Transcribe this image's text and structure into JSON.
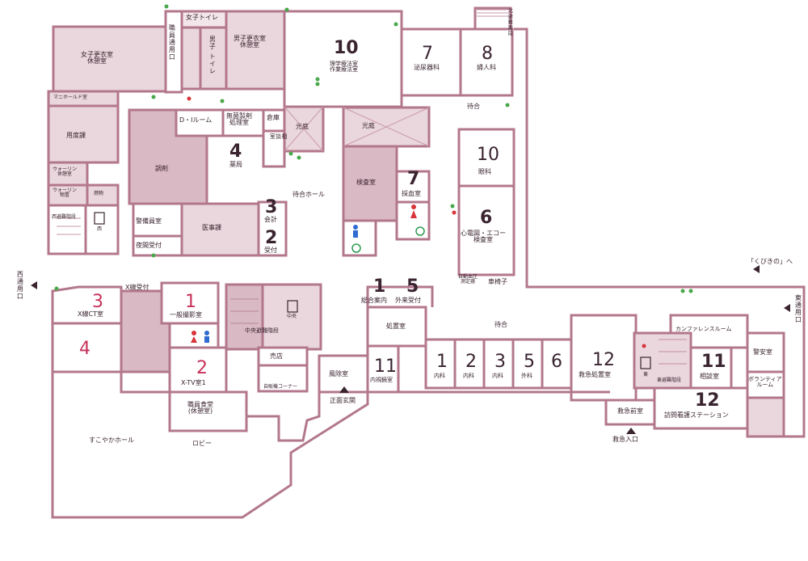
{
  "colors": {
    "wall": "#b3778c",
    "room_fill": "#ead7dd",
    "room_fill_dark": "#d9b9c3",
    "room_fill_light": "#f3e6ea",
    "accent_red": "#c8325a",
    "text": "#3a2430",
    "dot_green": "#49a84a",
    "dot_red": "#d8343a"
  },
  "rooms": {
    "women_toilet": "女子トイレ",
    "men_toilet": "男子\nトイレ",
    "staff_entrance": "職員通用口",
    "women_locker": "女子更衣室\n休憩室",
    "men_locker": "男子更衣室\n休憩室",
    "manifold": "マニホールド室",
    "supplies": "用度課",
    "storage_a": "ウォーリン\n休憩室",
    "storage_b": "ウォーリン\n物置",
    "west_stair_room": "西避難階段",
    "west_elevator": "西",
    "fire_room": "燃物",
    "dispensing": "調剤",
    "di_room": "D・Iルーム",
    "sterile": "無菌製剤\n処理室",
    "warehouse": "倉庫",
    "consult_a": "相\n談\n室",
    "guard": "警備員室",
    "medical_affairs": "医事課",
    "night_reception": "夜間受付",
    "courtyard_a": "光庭",
    "courtyard_b": "光庭",
    "lab": "検査室",
    "blood": "採血室",
    "pt_ot": "理学療法室\n作業療法室",
    "waiting_hall": "待合ホール",
    "pharmacy": "薬局",
    "accounting": "会計",
    "payment": "受付",
    "urology": "泌尿器科",
    "obgyn": "婦人科",
    "waiting_a": "待合",
    "ophthalmology": "眼科",
    "ecg_echo": "心電図・エコー\n検査室",
    "auto_bp": "自動血圧\n測定器",
    "wheelchair": "車椅子",
    "ct": "X線CT室",
    "xray_reception": "X線受付",
    "general_xray": "一般撮影室",
    "xtv": "X-TV室1",
    "central_stair": "中央避難階段",
    "central_elevator": "中央",
    "shop": "売店",
    "vending": "自販機コーナー",
    "staff_cafeteria": "職員食堂\n(休憩室)",
    "wellness_hall": "すこやかホール",
    "lobby": "ロビー",
    "windbreak": "風除室",
    "main_entrance": "正面玄関",
    "general_info": "総合案内",
    "outpatient_reception": "外来受付",
    "treatment": "処置室",
    "waiting_b": "待合",
    "endoscopy": "内視鏡室",
    "internal_1": "内科",
    "internal_2": "内科",
    "internal_3": "内科",
    "surgery": "外科",
    "emergency_treatment": "救急処置室",
    "emergency_front": "救急前室",
    "emergency_entrance": "救急入口",
    "conference": "カンファレンスルーム",
    "east_stair": "東避難階段",
    "east_elevator": "東",
    "consult_b": "相談室",
    "visiting_nurse": "訪問看護ステーション",
    "security": "警安室",
    "volunteer": "ボランティア\nルーム",
    "east_exit": "東通用口",
    "west_exit": "西通用口",
    "kubikino": "「くびきの」へ",
    "north_stair": "北避難階段"
  },
  "numbers": {
    "pt": "10",
    "urology": "7",
    "obgyn": "8",
    "pharmacy": "4",
    "accounting": "3",
    "payment": "2",
    "blood": "7",
    "ophthalmology": "10",
    "ecg": "6",
    "ct": "3",
    "general_xray": "1",
    "xtv": "2",
    "room4": "4",
    "info": "1",
    "reception": "5",
    "endoscopy": "11",
    "int1": "1",
    "int2": "2",
    "int3": "3",
    "surg": "5",
    "r6": "6",
    "emergency": "12",
    "consult": "11",
    "nurse": "12"
  }
}
